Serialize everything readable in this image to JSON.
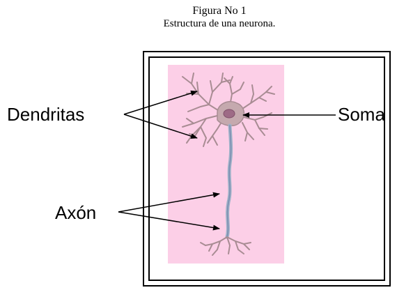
{
  "figure": {
    "title": "Figura No 1",
    "subtitle": "Estructura de una neurona."
  },
  "labels": {
    "dendritas": "Dendritas",
    "soma": "Soma",
    "axon": "Axón"
  },
  "colors": {
    "panel_background": "#fccfe7",
    "neuron_body": "#c5a9ae",
    "nucleus": "#9e6b86",
    "axon_myelin": "#9fb2c8"
  }
}
